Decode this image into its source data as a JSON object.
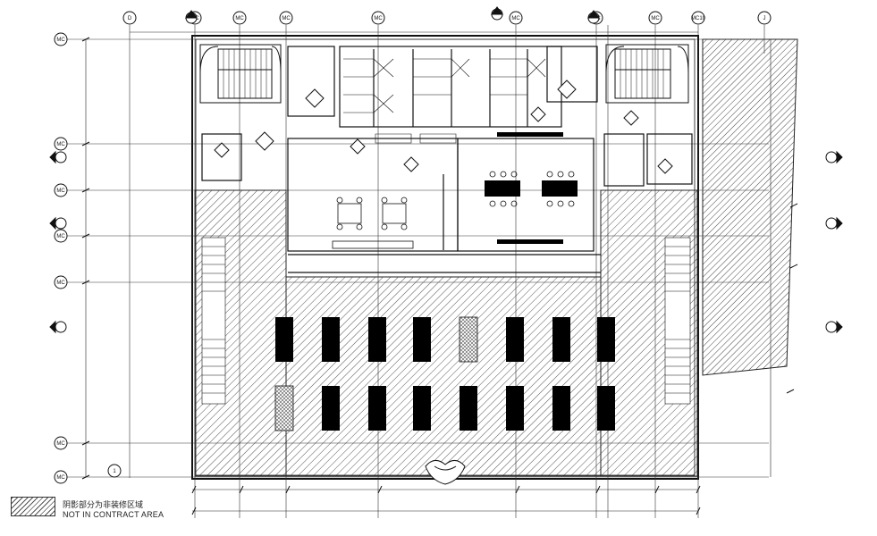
{
  "grid": {
    "columns": [
      "D",
      "MC",
      "MC",
      "MC",
      "MC",
      "MC",
      "MC",
      "MC",
      "MC10",
      "J"
    ],
    "rows": [
      "MC",
      "MC",
      "MC",
      "MC",
      "MC",
      "MC",
      "MC",
      "1"
    ]
  },
  "legend": {
    "chinese_text": "阴影部分为非装修区域",
    "english_text": "NOT IN CONTRACT AREA"
  },
  "colors": {
    "line": "#1a1a1a",
    "hatch": "#555555",
    "solid_fill": "#000000",
    "background": "#ffffff"
  }
}
